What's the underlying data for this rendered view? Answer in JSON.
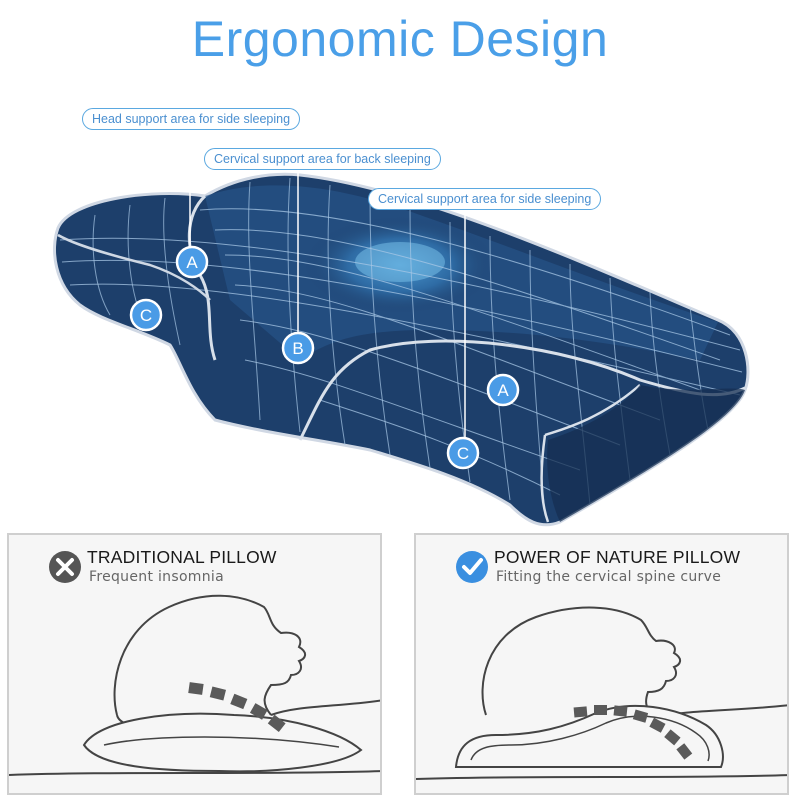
{
  "header": {
    "title": "Ergonomic Design"
  },
  "callouts": {
    "head_side": "Head support area for side sleeping",
    "cervical_back": "Cervical support area for back sleeping",
    "cervical_side": "Cervical support area for side sleeping"
  },
  "markers": {
    "a": "A",
    "b": "B",
    "c": "C"
  },
  "colors": {
    "title": "#4a9fe8",
    "pillow": "#1d3f6b",
    "pillow_dark": "#152f52",
    "marker": "#4a9be6",
    "vertebra": "#5a5a5a"
  },
  "comparison": {
    "traditional": {
      "icon": "x-mark-icon",
      "title": "TRADITIONAL PILLOW",
      "subtitle": "Frequent insomnia"
    },
    "nature": {
      "icon": "check-mark-icon",
      "title": "POWER OF NATURE PILLOW",
      "subtitle": "Fitting the cervical spine curve"
    }
  }
}
